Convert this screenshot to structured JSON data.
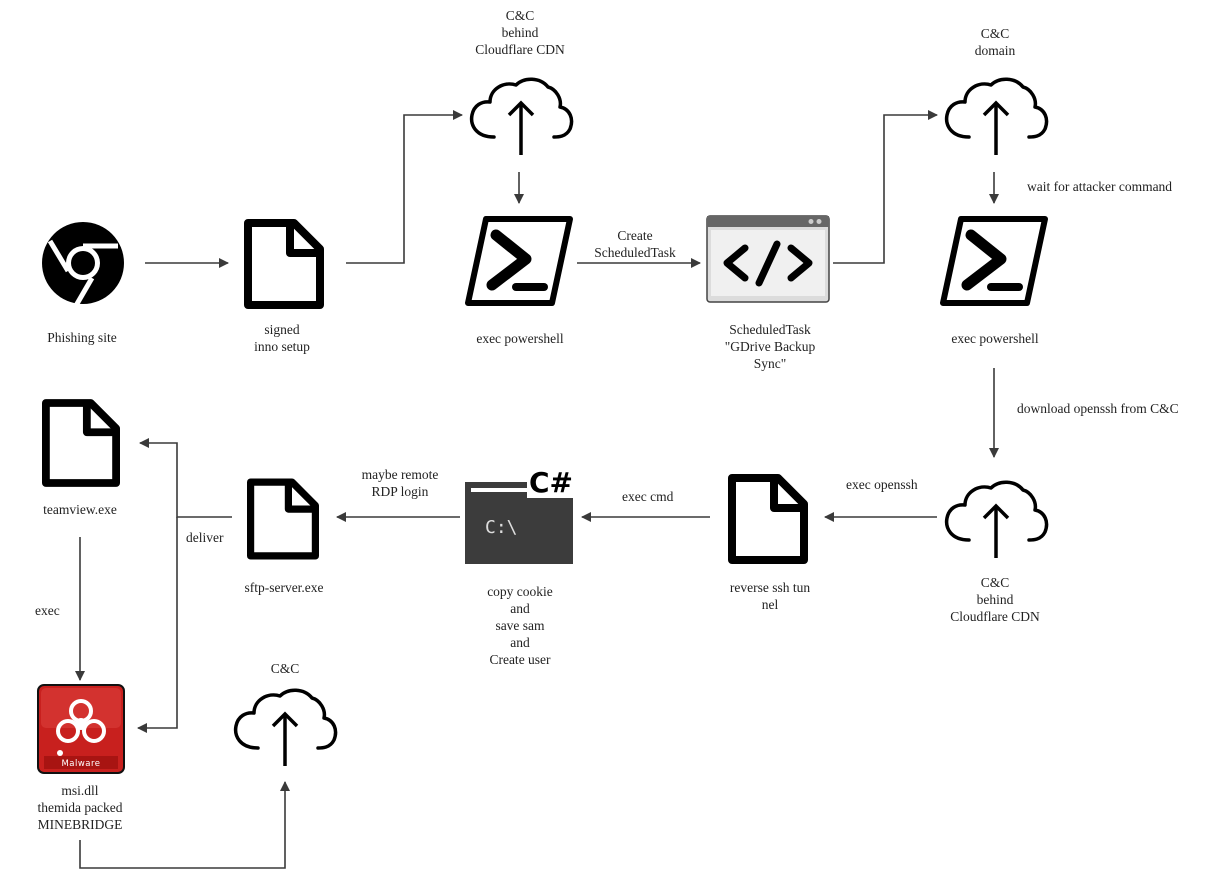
{
  "nodes": {
    "phishing_site": {
      "label": "Phishing site",
      "icon": "chrome-icon"
    },
    "inno_setup": {
      "label": "signed\ninno setup",
      "icon": "file-icon"
    },
    "cc_cloudflare_top": {
      "label": "C&C\nbehind\nCloudflare CDN",
      "icon": "cloud-upload-icon"
    },
    "powershell_1": {
      "label": "exec powershell",
      "icon": "powershell-icon"
    },
    "scheduled_task": {
      "label": "ScheduledTask\n\"GDrive Backup\nSync\"",
      "icon": "code-window-icon"
    },
    "cc_domain": {
      "label": "C&C\ndomain",
      "icon": "cloud-upload-icon"
    },
    "powershell_2": {
      "label": "exec powershell",
      "icon": "powershell-icon"
    },
    "cc_cloudflare_bottom": {
      "label": "C&C\nbehind\nCloudflare CDN",
      "icon": "cloud-upload-icon"
    },
    "reverse_ssh": {
      "label": "reverse ssh tun\nnel",
      "icon": "file-icon"
    },
    "csharp_tool": {
      "label": "copy cookie\nand\nsave sam\nand\nCreate user",
      "icon": "csharp-console-icon",
      "icon_text": "C:\\",
      "badge": "C#"
    },
    "sftp_server": {
      "label": "sftp-server.exe",
      "icon": "file-icon"
    },
    "teamview": {
      "label": "teamview.exe",
      "icon": "file-icon"
    },
    "msi_dll": {
      "label": "msi.dll\nthemida packed\nMINEBRIDGE",
      "icon": "malware-biohazard-icon",
      "icon_text": "Malware"
    },
    "cc_plain": {
      "label": "C&C",
      "icon": "cloud-upload-icon"
    }
  },
  "edges": {
    "create_task": "Create\nScheduledTask",
    "wait_command": "wait for attacker command",
    "download_openssh": "download openssh from C&C",
    "exec_openssh": "exec openssh",
    "exec_cmd": "exec cmd",
    "rdp_login": "maybe remote\nRDP login",
    "deliver": "deliver",
    "exec": "exec"
  },
  "colors": {
    "line": "#3a3a3a",
    "icon": "#000000",
    "console_bg": "#3c3c3c",
    "malware_red": "#c8201e"
  }
}
